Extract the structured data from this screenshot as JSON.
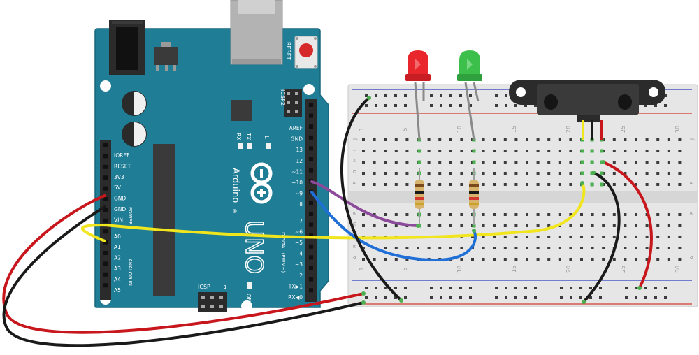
{
  "board": {
    "reset_label": "RESET",
    "icsp2_label": "ICSP2",
    "icsp_label": "ICSP",
    "icsp_pin1": "1",
    "tx_label": "TX",
    "rx_label": "RX",
    "l_label": "L",
    "on_label": "ON",
    "brand": "Arduino",
    "reg_mark": "®",
    "model": "UNO",
    "digital_label": "DIGITAL (PWM~)",
    "power_label": "POWER",
    "analog_label": "ANALOG IN",
    "left_header": [
      "IOREF",
      "RESET",
      "3V3",
      "5V",
      "GND",
      "GND",
      "VIN",
      "A0",
      "A1",
      "A2",
      "A3",
      "A4",
      "A5"
    ],
    "right_header": [
      "AREF",
      "GND",
      "13",
      "12",
      "~11",
      "~10",
      "~9",
      "8",
      "7",
      "~6",
      "~5",
      "4",
      "~3",
      "2",
      "TX▶1",
      "RX◀0"
    ]
  },
  "breadboard": {
    "column_numbers": [
      "1",
      "5",
      "10",
      "15",
      "20",
      "25",
      "30"
    ],
    "row_letters_top": [
      "J",
      "I",
      "H",
      "G",
      "F"
    ],
    "row_letters_bottom": [
      "E",
      "D",
      "C",
      "B",
      "A"
    ]
  },
  "colors": {
    "board_teal": "#1f7d96",
    "wire_red": "#c8161d",
    "wire_black": "#1a1a1a",
    "wire_yellow": "#f1e61d",
    "wire_purple": "#8c4a9b",
    "wire_blue": "#1f6fd6",
    "led_red": "#e8262b",
    "led_green": "#3dbf4c"
  }
}
